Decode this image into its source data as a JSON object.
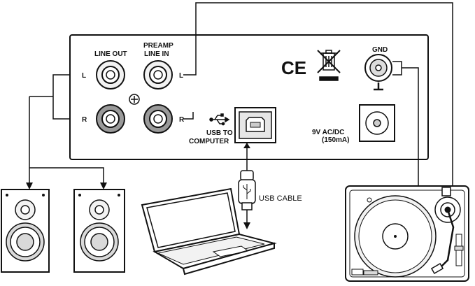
{
  "panel": {
    "line_out_label": "LINE OUT",
    "preamp_label_1": "PREAMP",
    "preamp_label_2": "LINE IN",
    "left_channel": "L",
    "right_channel": "R",
    "usb_label_1": "USB TO",
    "usb_label_2": "COMPUTER",
    "ce_mark": "CE",
    "gnd_label": "GND",
    "power_label_1": "9V AC/DC",
    "power_label_2": "(150mA)"
  },
  "cable": {
    "usb_cable_label": "USB CABLE"
  },
  "icons": {
    "usb_symbol": "usb-icon",
    "weee": "crossed-bin-icon",
    "ground": "ground-icon",
    "polarity": "polarity-icon"
  },
  "colors": {
    "line": "#111111",
    "fill_light": "#f2f2f2",
    "fill_mid": "#d9d9d9",
    "fill_dark": "#9a9a9a"
  }
}
